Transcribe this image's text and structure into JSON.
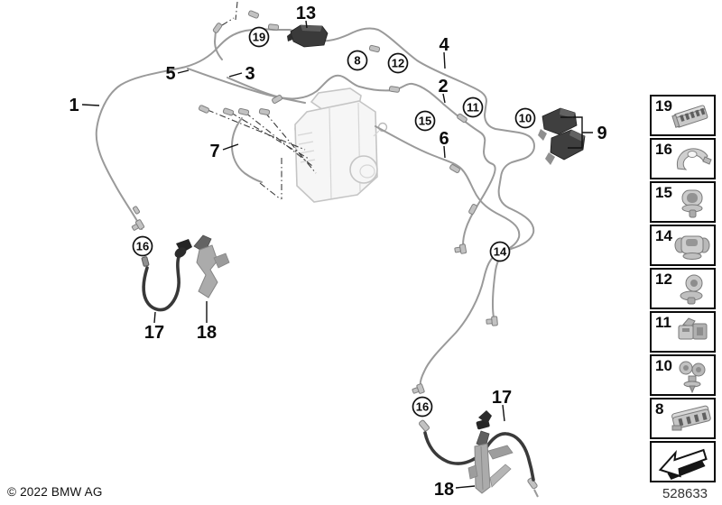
{
  "footer": {
    "copyright": "© 2022 BMW AG"
  },
  "drawing": {
    "number": "528633"
  },
  "colors": {
    "pipe_gray": "#9a9a9a",
    "dark_part": "#3a3a3a",
    "callout_ink": "#0b0b0b",
    "ghost_unit": "#c5c5c5"
  },
  "callouts": {
    "plain": [
      {
        "id": "1",
        "text": "1"
      },
      {
        "id": "5",
        "text": "5"
      },
      {
        "id": "3",
        "text": "3"
      },
      {
        "id": "7",
        "text": "7"
      },
      {
        "id": "13",
        "text": "13"
      },
      {
        "id": "4",
        "text": "4"
      },
      {
        "id": "2",
        "text": "2"
      },
      {
        "id": "6",
        "text": "6"
      },
      {
        "id": "9",
        "text": "9"
      },
      {
        "id": "17-left",
        "text": "17"
      },
      {
        "id": "18-left",
        "text": "18"
      },
      {
        "id": "17-right",
        "text": "17"
      },
      {
        "id": "18-right",
        "text": "18"
      }
    ],
    "circled": [
      {
        "id": "19",
        "text": "19"
      },
      {
        "id": "8",
        "text": "8"
      },
      {
        "id": "12",
        "text": "12"
      },
      {
        "id": "15",
        "text": "15"
      },
      {
        "id": "11",
        "text": "11"
      },
      {
        "id": "10",
        "text": "10"
      },
      {
        "id": "14",
        "text": "14"
      },
      {
        "id": "16-left",
        "text": "16"
      },
      {
        "id": "16-right",
        "text": "16"
      }
    ]
  },
  "legend": {
    "items": [
      {
        "label": "19",
        "icon": "ribbed-rail-clip-icon"
      },
      {
        "label": "16",
        "icon": "sheet-metal-clip-icon"
      },
      {
        "label": "15",
        "icon": "tube-holder-clip-icon"
      },
      {
        "label": "14",
        "icon": "double-pipe-clip-icon"
      },
      {
        "label": "12",
        "icon": "grommet-clip-icon"
      },
      {
        "label": "11",
        "icon": "block-clip-icon"
      },
      {
        "label": "10",
        "icon": "twin-tube-clip-icon"
      },
      {
        "label": "8",
        "icon": "multi-line-holder-icon"
      }
    ],
    "direction_arrow_icon": "front-direction-arrow-icon"
  }
}
